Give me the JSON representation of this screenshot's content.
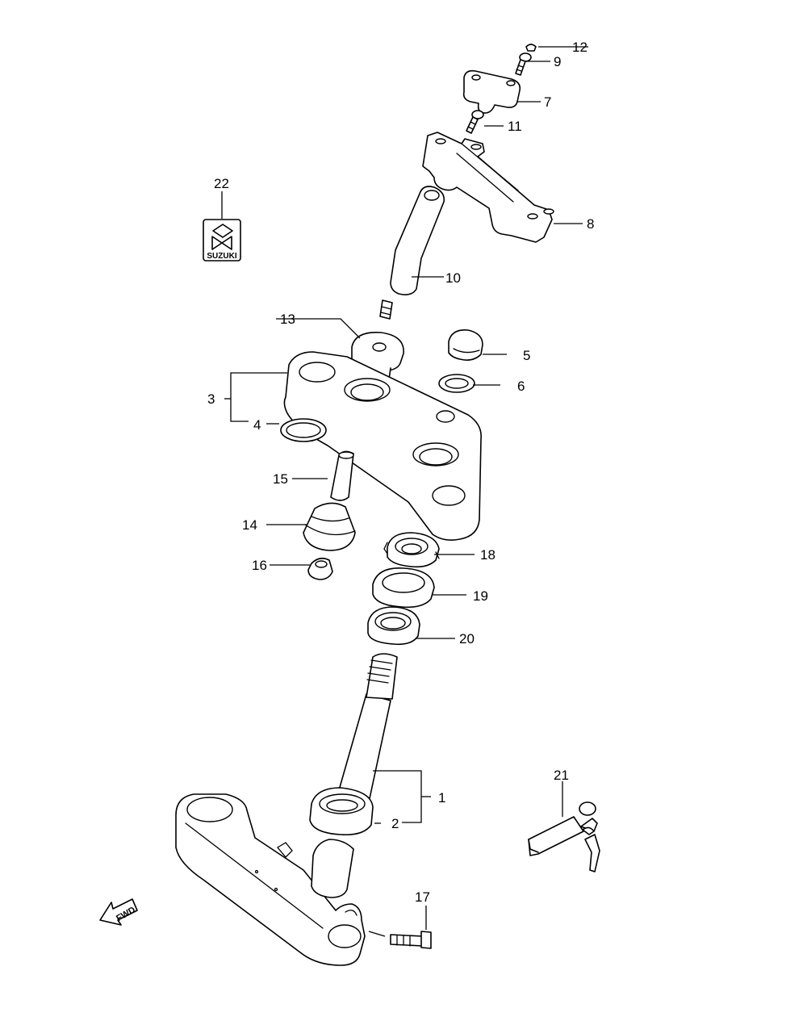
{
  "callouts": {
    "c1": "1",
    "c2": "2",
    "c3": "3",
    "c4": "4",
    "c5": "5",
    "c6": "6",
    "c7": "7",
    "c8": "8",
    "c9": "9",
    "c10": "10",
    "c11": "11",
    "c12": "12",
    "c13": "13",
    "c14": "14",
    "c15": "15",
    "c16": "16",
    "c17": "17",
    "c18": "18",
    "c19": "19",
    "c20": "20",
    "c21": "21",
    "c22": "22"
  },
  "emblem_text": "SUZUKI",
  "direction_arrow_text": "FWD",
  "colors": {
    "line": "#000000",
    "background": "#ffffff"
  }
}
